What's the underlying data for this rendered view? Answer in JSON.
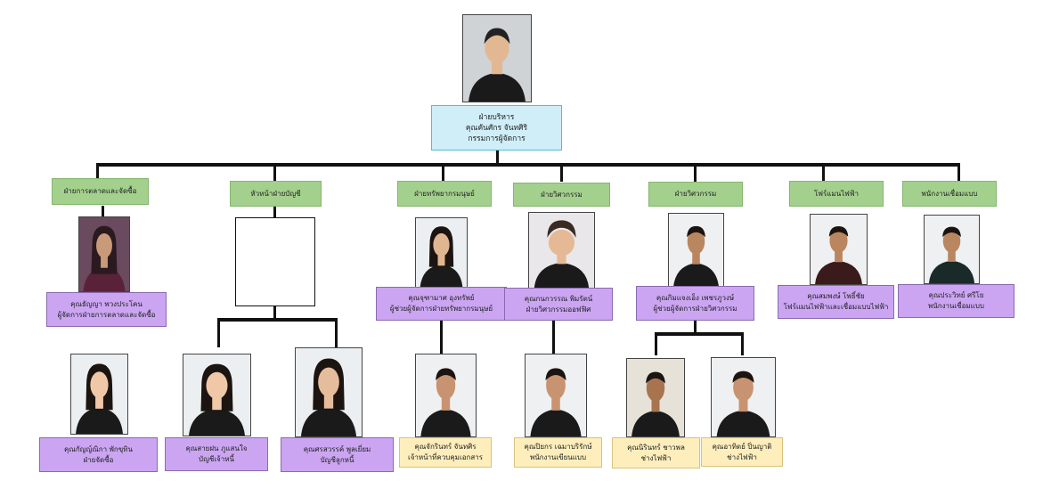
{
  "head": {
    "lines": [
      "ฝ่ายบริหาร",
      "คุณคันศักร จันทศิริ",
      "กรรมการผู้จัดการ"
    ]
  },
  "departments": [
    {
      "label": "ฝ่ายการตลาดและจัดซื้อ"
    },
    {
      "label": "หัวหน้าฝ่ายบัญชี"
    },
    {
      "label": "ฝ่ายทรัพยากรมนุษย์"
    },
    {
      "label": "ฝ่ายวิศวกรรม"
    },
    {
      "label": "ฝ่ายวิศวกรรม"
    },
    {
      "label": "โฟร์แมนไฟฟ้า"
    },
    {
      "label": "พนักงานเชื่อมแบบ"
    }
  ],
  "managers": [
    {
      "name": "คุณธัญญา พวงประโคน",
      "role": "ผู้จัดการฝ่ายการตลาดและจัดซื้อ"
    },
    {
      "name": "คุณจุฑามาศ อุงทรัพย์",
      "role": "ผู้ช่วยผู้จัดการฝ่ายทรัพยากรมนุษย์"
    },
    {
      "name": "คุณกนกวรรณ พิมรัตน์",
      "role": "ฝ่ายวิศวกรรมออฟฟิศ"
    },
    {
      "name": "คุณกิมแจงเอ็ง เพชรภูวงษ์",
      "role": "ผู้ช่วยผู้จัดการฝ่ายวิศวกรรม"
    },
    {
      "name": "คุณสมพงษ์ โพธิ์ชัย",
      "role": "โฟร์แมนไฟฟ้าและเชื่อมแบบไฟฟ้า"
    },
    {
      "name": "คุณประวิทย์ ศรีโย",
      "role": "พนักงานเชื่อมแบบ"
    }
  ],
  "staff": [
    {
      "name": "คุณกัญญ์ณิกา พักขุทิน",
      "role": "ฝ่ายจัดซื้อ"
    },
    {
      "name": "คุณสายฝน ภูแสนใจ",
      "role": "บัญชีเจ้าหนี้"
    },
    {
      "name": "คุณศรสวรรค์ พูลเยี่ยม",
      "role": "บัญชีลูกหนี้"
    },
    {
      "name": "คุณจักรินทร์ จันทศิร",
      "role": "เจ้าหน้าที่ควบคุมเอกสาร"
    },
    {
      "name": "คุณปิยกร เฉมาบริรักษ์",
      "role": "พนักงานเขียนแบบ"
    },
    {
      "name": "คุณนิรินทร์ ชาวพล",
      "role": "ช่างไฟฟ้า"
    },
    {
      "name": "คุณอาทิตย์ ปิ่นญาติ",
      "role": "ช่างไฟฟ้า"
    }
  ],
  "colors": {
    "head_bg": "#cfeef8",
    "dept_bg": "#a4d08e",
    "person_bg": "#cba5f2",
    "staff_bg": "#fdeebc",
    "line": "#111111",
    "shirt": "#1a1a1a"
  },
  "icons": [
    "person-photo-icon",
    "photo-placeholder-icon"
  ]
}
